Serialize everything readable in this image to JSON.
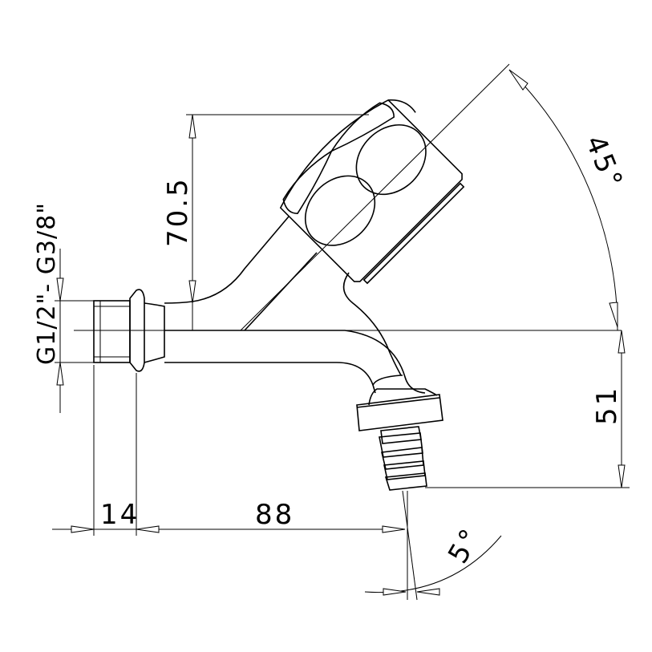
{
  "drawing": {
    "title": "Wall tap with hose connector – dimension drawing",
    "units": "mm",
    "dimensions": {
      "handle_height": "70.5",
      "handle_angle": "45°",
      "thread": "G1/2\"- G3/8\"",
      "outlet_drop": "51",
      "thread_length": "14",
      "projection": "88",
      "outlet_angle": "5°"
    }
  }
}
